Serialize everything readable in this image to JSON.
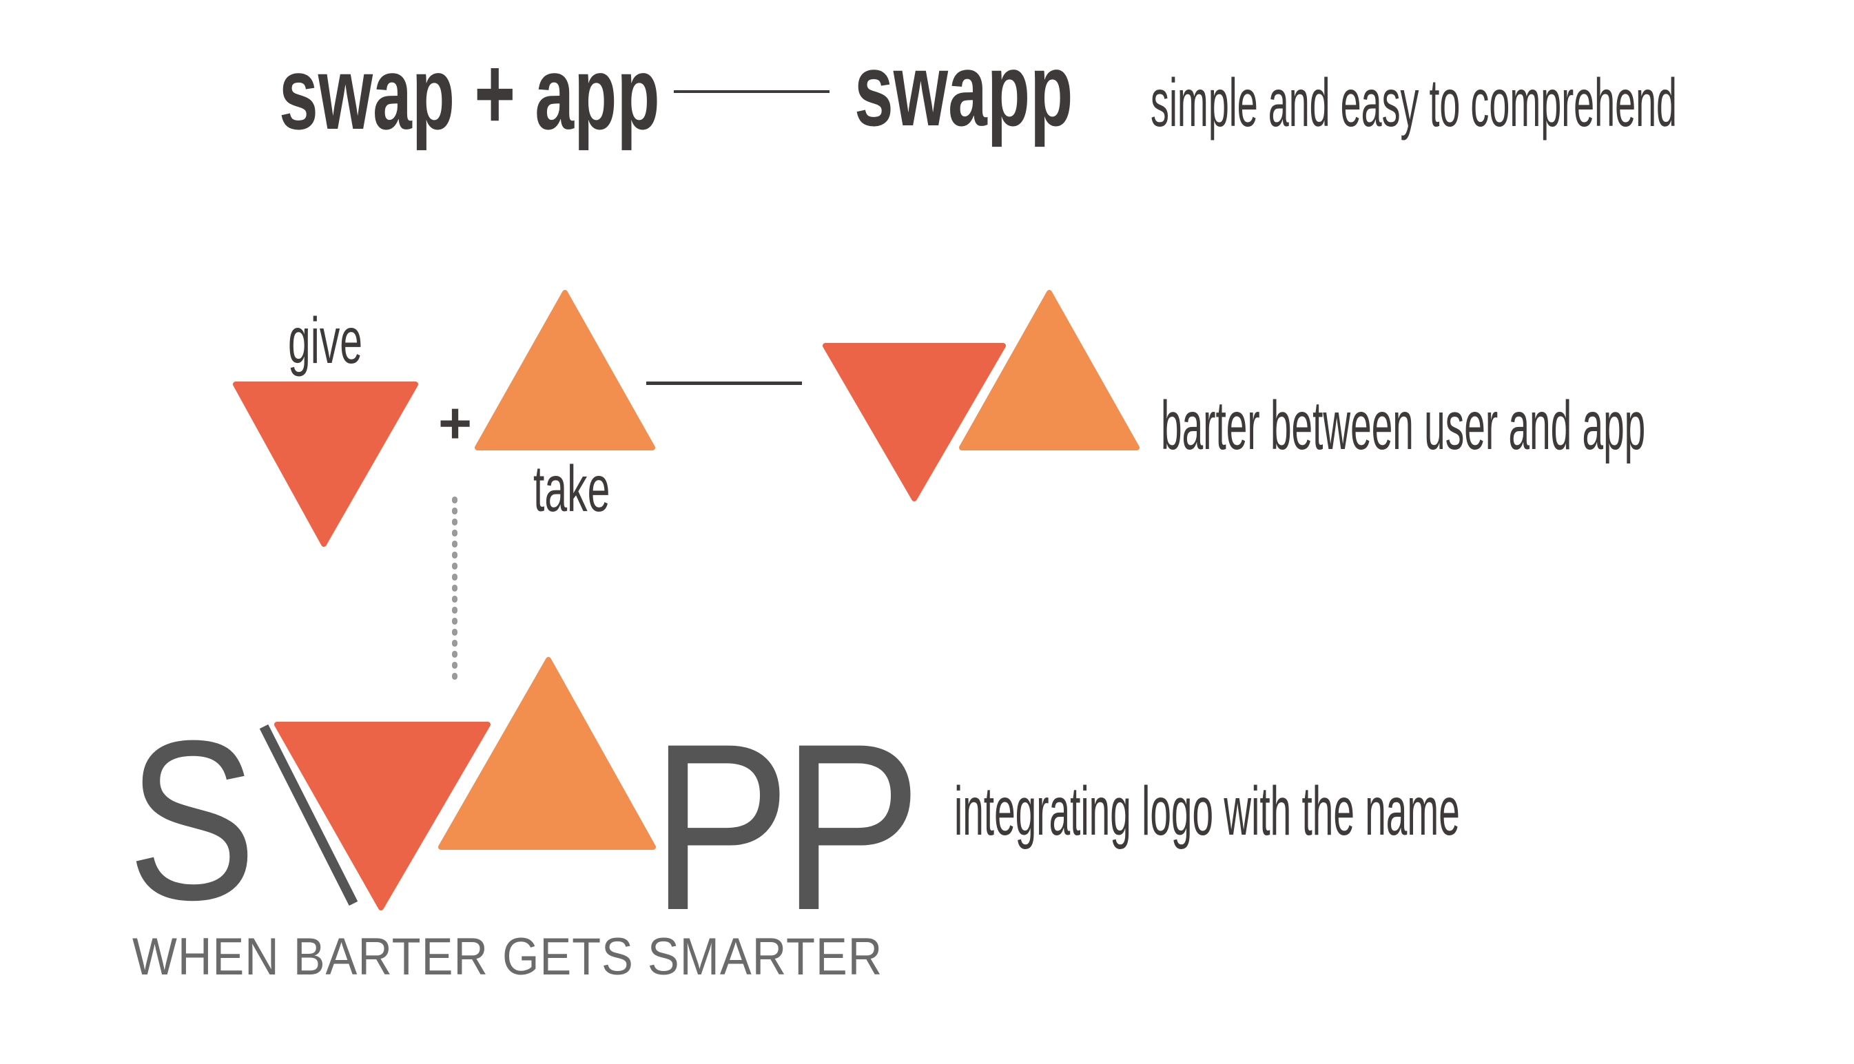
{
  "row1": {
    "equation_text": "swap + app",
    "result_text": "swapp",
    "note": "simple and easy to comprehend"
  },
  "row2": {
    "give_label": "give",
    "plus_sign": "+",
    "take_label": "take",
    "note": "barter between user and app"
  },
  "row3": {
    "logo_letters": {
      "s": "S",
      "w_stroke": "W",
      "p1": "P",
      "p2": "P"
    },
    "tagline": "WHEN BARTER GETS SMARTER",
    "note": "integrating logo with the name"
  },
  "colors": {
    "give_triangle": "#ec6447",
    "take_triangle": "#f28e4e",
    "text_dark": "#3d3a39",
    "logo_gray": "#555555",
    "tagline_gray": "#6b6b6b",
    "dotted_line": "#9a9a9a"
  }
}
